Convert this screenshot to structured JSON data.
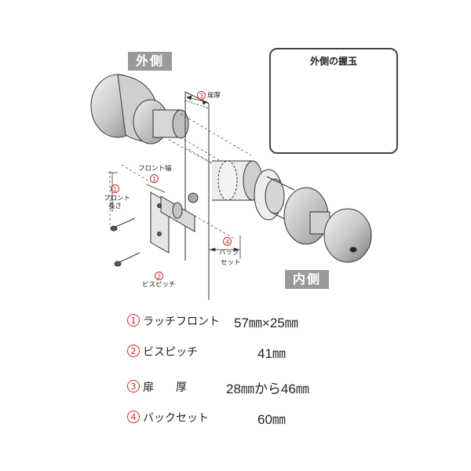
{
  "labels": {
    "outside": "外側",
    "inside": "内側",
    "outside_knob_title": "外側の握玉"
  },
  "callouts": {
    "door_thickness": {
      "num": "3",
      "label": "扉厚"
    },
    "front_width": {
      "label": "フロント幅",
      "num": "1"
    },
    "front_length": {
      "num": "1",
      "label_line1": "フロント",
      "label_line2": "長さ"
    },
    "screw_pitch": {
      "num": "2",
      "label": "ビスピッチ"
    },
    "backset": {
      "num": "4",
      "label_line1": "バック",
      "label_line2": "セット"
    }
  },
  "specs": [
    {
      "num": "1",
      "label": "ラッチフロント",
      "value": "57㎜×25㎜"
    },
    {
      "num": "2",
      "label": "ビスピッチ",
      "value": "41㎜"
    },
    {
      "num": "3",
      "label": "扉　　厚",
      "value": "28㎜から46㎜"
    },
    {
      "num": "4",
      "label": "バックセット",
      "value": "60㎜"
    }
  ],
  "colors": {
    "callout_red": "#d12a2a",
    "tag_gray": "#9a9a9a",
    "line": "#333333"
  }
}
